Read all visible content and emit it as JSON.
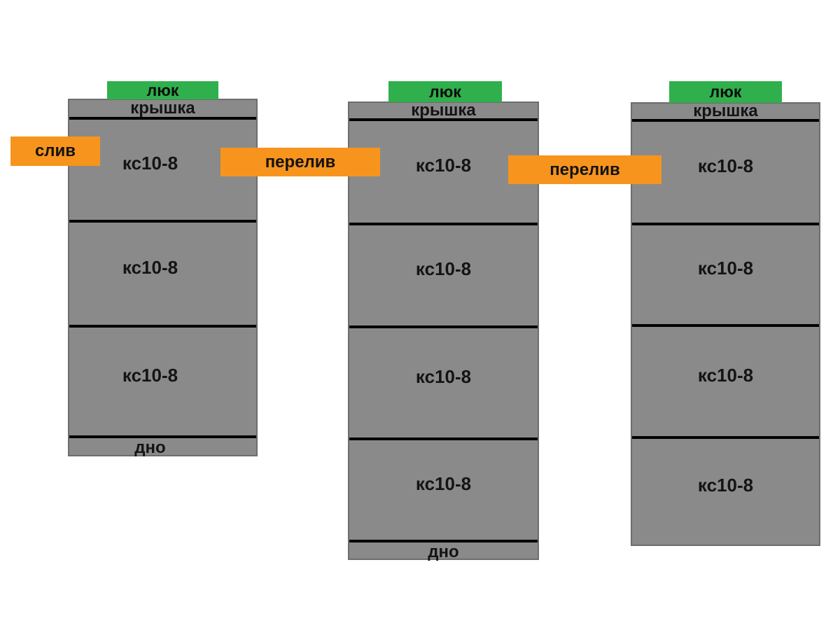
{
  "colors": {
    "background": "#ffffff",
    "tank_fill": "#8a8a8a",
    "tank_border": "#6d6d6d",
    "divider_line": "#000000",
    "hatch_green": "#2fb04c",
    "pipe_orange": "#f7941d",
    "text": "#141414"
  },
  "tanks": [
    {
      "hatch_label": "люк",
      "cover_label": "крышка",
      "rings": [
        "кс10-8",
        "кс10-8",
        "кс10-8"
      ],
      "bottom_label": "дно"
    },
    {
      "hatch_label": "люк",
      "cover_label": "крышка",
      "rings": [
        "кс10-8",
        "кс10-8",
        "кс10-8",
        "кс10-8"
      ],
      "bottom_label": "дно"
    },
    {
      "hatch_label": "люк",
      "cover_label": "крышка",
      "rings": [
        "кс10-8",
        "кс10-8",
        "кс10-8",
        "кс10-8"
      ]
    }
  ],
  "pipes": [
    {
      "type": "drain",
      "label": "слив"
    },
    {
      "type": "overflow",
      "label": "перелив"
    },
    {
      "type": "overflow",
      "label": "перелив"
    }
  ]
}
